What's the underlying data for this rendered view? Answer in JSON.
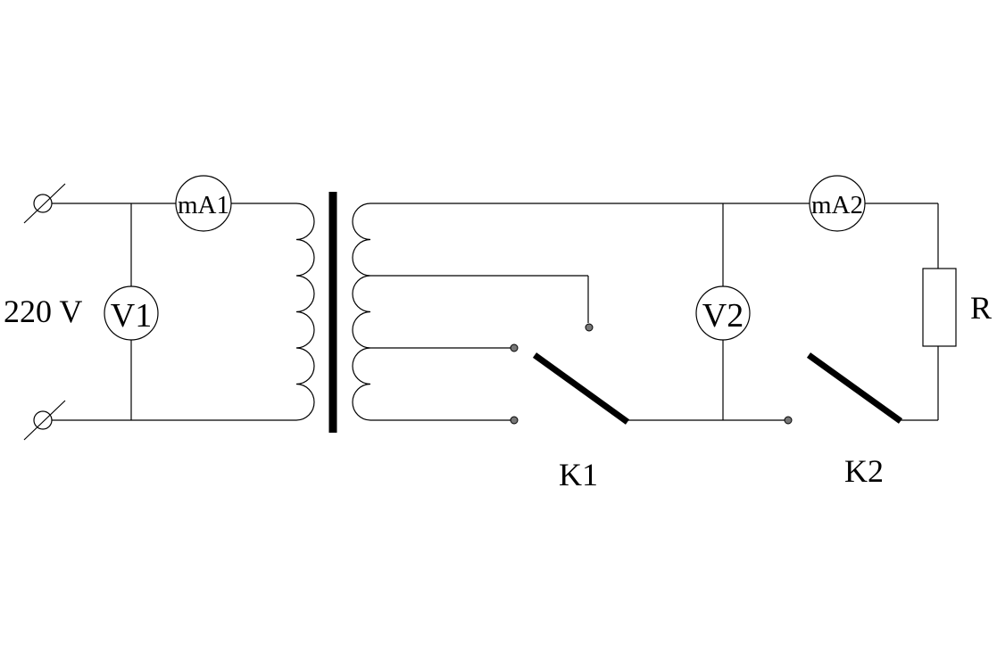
{
  "source_label": "220 V",
  "meters": {
    "primary_voltmeter": "V1",
    "primary_ammeter": "mA1",
    "secondary_voltmeter": "V2",
    "secondary_ammeter": "mA2"
  },
  "switches": {
    "tap_switch": "K1",
    "load_switch": "K2"
  },
  "resistor": "R"
}
